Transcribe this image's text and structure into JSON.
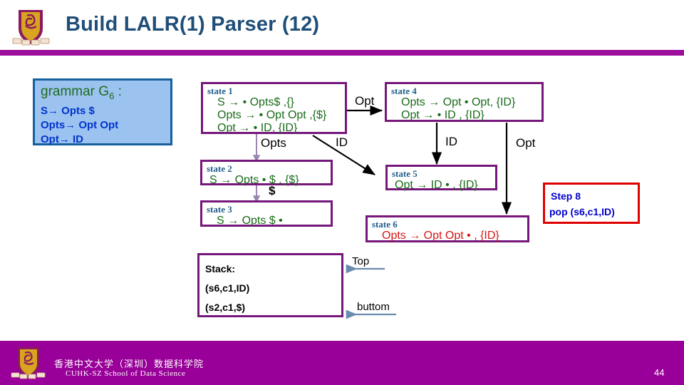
{
  "header": {
    "title": "Build LALR(1) Parser (12)",
    "rule_color": "#9C0D9C",
    "title_color": "#1F4E79",
    "logo_icon": "cuhk-shield-logo"
  },
  "grammar": {
    "title": "grammar G",
    "title_sub": "6",
    "title_suffix": " :",
    "productions": [
      "S→ Opts $",
      "Opts→ Opt Opt",
      "Opt→ ID"
    ],
    "bg_color": "#9CC3F0",
    "border_color": "#17609E",
    "title_color": "#1F6B1F",
    "prod_color": "#0033CC"
  },
  "automaton": {
    "box_border_color": "#76177B",
    "item_color": "#1A6B1A",
    "item_highlight_color": "#D81414",
    "label_color": "#1F5C8B",
    "states": [
      {
        "name": "state 1",
        "items": [
          "S → • Opts$ ,{}",
          "Opts → • Opt Opt ,{$}",
          "Opt → • ID, {ID}"
        ]
      },
      {
        "name": "state 4",
        "items": [
          "Opts → Opt • Opt, {ID}",
          "Opt → • ID , {ID}"
        ]
      },
      {
        "name": "state 2",
        "items": [
          "S → Opts • $ , {$}"
        ]
      },
      {
        "name": "state 5",
        "items": [
          "Opt → ID • , {ID}"
        ]
      },
      {
        "name": "state 3",
        "items": [
          "S → Opts $ •"
        ]
      },
      {
        "name": "state 6",
        "items": [
          "Opts → Opt Opt • , {ID}"
        ]
      }
    ],
    "edges": [
      {
        "label": "Opt",
        "from": "state 1",
        "to": "state 4"
      },
      {
        "label": "Opts",
        "from": "state 1",
        "to": "state 2"
      },
      {
        "label": "ID",
        "from": "state 1",
        "to": "state 5"
      },
      {
        "label": "$",
        "from": "state 2",
        "to": "state 3"
      },
      {
        "label": "ID",
        "from": "state 4",
        "to": "state 5"
      },
      {
        "label": "Opt",
        "from": "state 4",
        "to": "state 6"
      }
    ]
  },
  "step": {
    "title": "Step 8",
    "action": "pop (s6,c1,ID)",
    "border_color": "#E00000",
    "text_color": "#0000CC"
  },
  "stack": {
    "title": "Stack:",
    "entries": [
      "(s6,c1,ID)",
      "(s2,c1,$)"
    ],
    "top_label": "Top",
    "bottom_label": "buttom",
    "border_color": "#76177B",
    "pointer_color": "#6A8CAF"
  },
  "footer": {
    "name_cn": "香港中文大学（深圳）数据科学院",
    "name_en": "CUHK-SZ School of Data Science",
    "page_number": "44",
    "bar_color": "#990099",
    "logo_icon": "cuhk-shield-logo"
  }
}
